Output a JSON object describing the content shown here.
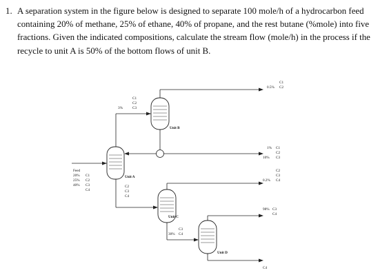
{
  "problem": {
    "number": "1.",
    "text": "A separation system in the figure below is designed to separate 100 mole/h of a hydrocarbon feed containing 20% of methane, 25% of ethane, 40% of propane, and the rest butane (%mole) into five fractions. Given the indicated compositions, calculate the stream flow (mole/h) in the process if the recycle to unit A is 50% of the bottom flows of unit B."
  },
  "diagram": {
    "feed": {
      "title": "Feed",
      "rows": [
        {
          "pct": "20%",
          "comp": "C1"
        },
        {
          "pct": "25%",
          "comp": "C2"
        },
        {
          "pct": "40%",
          "comp": "C3"
        },
        {
          "pct": "",
          "comp": "C4"
        }
      ]
    },
    "unit_a": {
      "name": "Unit A",
      "bottoms": [
        "C2",
        "C3",
        "C4"
      ]
    },
    "unit_a_top": {
      "pct": "3%",
      "comps": [
        "C1",
        "C2",
        "C3"
      ]
    },
    "unit_b": {
      "name": "Unit B"
    },
    "unit_b_top": {
      "pct": "0.5%",
      "comps": [
        "C1",
        "C2"
      ]
    },
    "unit_b_bottom": {
      "pcts": [
        "1%",
        "10%"
      ],
      "comps": [
        "C1",
        "C2",
        "C3"
      ]
    },
    "unit_c": {
      "name": "Unit C",
      "bottom_pct": "30%",
      "bottom_comps": [
        "C3",
        "C4"
      ]
    },
    "unit_c_top": {
      "pct": "0.2%",
      "comps": [
        "C2",
        "C3",
        "C4"
      ]
    },
    "unit_d": {
      "name": "Unit D"
    },
    "unit_d_top": {
      "pct": "98%",
      "comps": [
        "C3",
        "C4"
      ]
    },
    "unit_d_bottom": {
      "comp": "C4"
    }
  }
}
